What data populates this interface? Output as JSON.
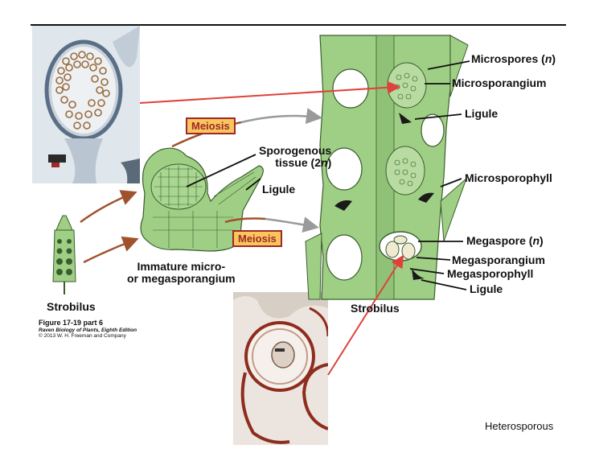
{
  "labels": {
    "microspores": "Microspores (",
    "n_italic": "n",
    "close_paren": ")",
    "microsporangium": "Microsporangium",
    "ligule_top": "Ligule",
    "sporogenous_1": "Sporogenous",
    "sporogenous_2": "tissue (2",
    "ligule_mid": "Ligule",
    "microsporophyll": "Microsporophyll",
    "megaspore": "Megaspore (",
    "megasporangium": "Megasporangium",
    "megasporophyll": "Megasporophyll",
    "ligule_bottom": "Ligule",
    "immature_1": "Immature micro-",
    "immature_2": "or megasporangium",
    "strobilus_left": "Strobilus",
    "strobilus_right": "Strobilus",
    "meiosis_top": "Meiosis",
    "meiosis_bottom": "Meiosis"
  },
  "caption": {
    "figure": "Figure 17-19 part 6",
    "book": "Raven Biology of Plants, Eighth Edition",
    "copyright": "© 2013 W. H. Freeman and Company"
  },
  "footer": "Heterosporous",
  "colors": {
    "plant_green": "#9fcf85",
    "arrow_brown": "#a0522d",
    "arrow_red": "#e0413a",
    "label_box": "#f7c65c"
  }
}
